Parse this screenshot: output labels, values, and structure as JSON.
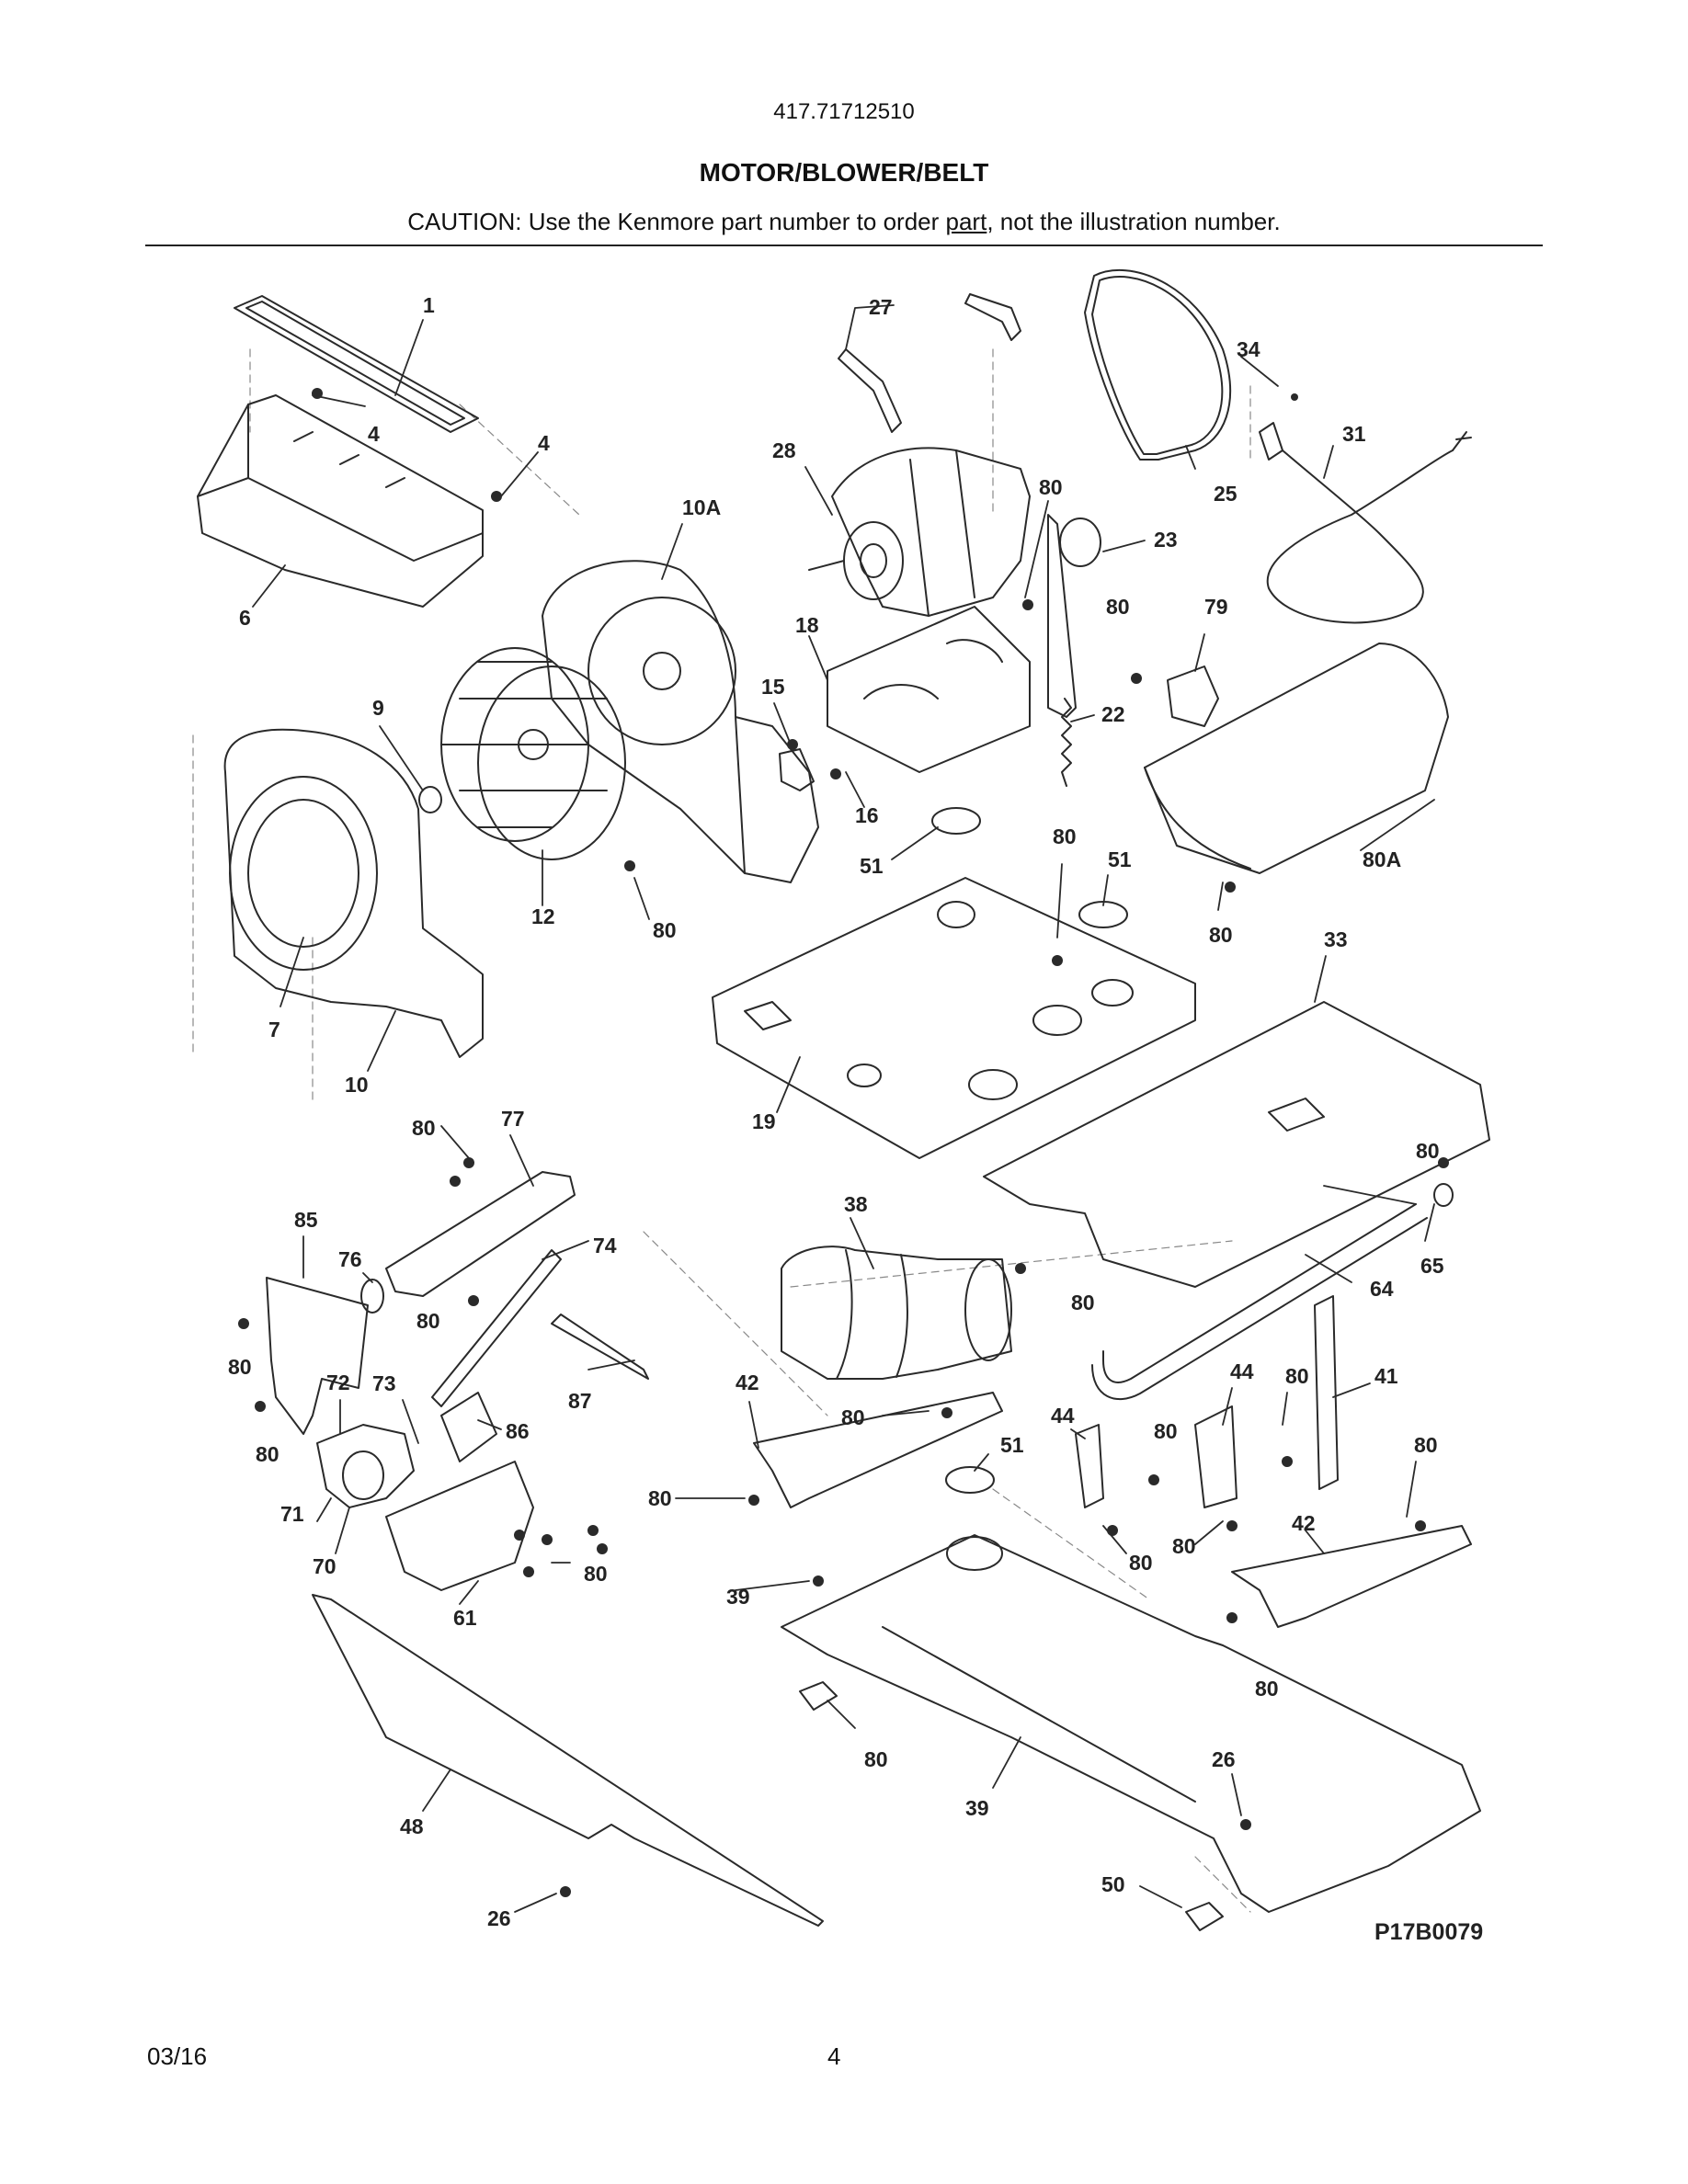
{
  "header": {
    "model_number": "417.71712510",
    "title": "MOTOR/BLOWER/BELT",
    "caution_prefix": "CAUTION: Use the Kenmore part number to order ",
    "caution_underlined": "part",
    "caution_suffix": ", not the illustration number."
  },
  "diagram": {
    "drawing_code": "P17B0079",
    "callouts": [
      "1",
      "4",
      "4",
      "6",
      "27",
      "28",
      "10A",
      "34",
      "31",
      "25",
      "80",
      "23",
      "18",
      "80",
      "79",
      "9",
      "15",
      "22",
      "16",
      "12",
      "80",
      "51",
      "80",
      "51",
      "80A",
      "80",
      "7",
      "10",
      "33",
      "19",
      "80",
      "77",
      "80",
      "85",
      "38",
      "74",
      "76",
      "80",
      "80",
      "80",
      "65",
      "64",
      "80",
      "87",
      "72",
      "73",
      "42",
      "80",
      "44",
      "80",
      "41",
      "86",
      "44",
      "80",
      "80",
      "51",
      "80",
      "71",
      "80",
      "80",
      "42",
      "70",
      "80",
      "80",
      "61",
      "39",
      "80",
      "26",
      "39",
      "48",
      "50",
      "26",
      "80"
    ]
  },
  "footer": {
    "date": "03/16",
    "page_number": "4"
  }
}
